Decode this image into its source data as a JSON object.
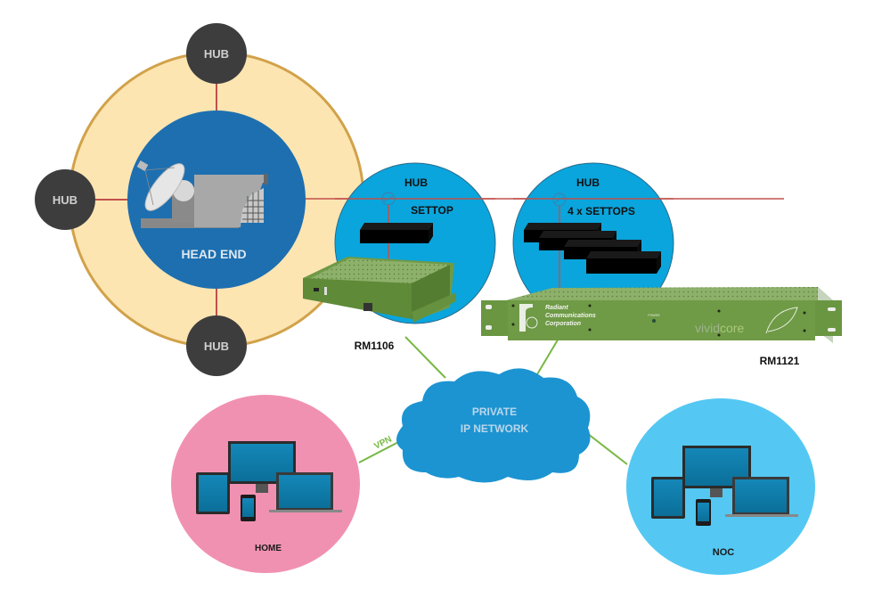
{
  "diagram": {
    "type": "network-topology",
    "head_end": {
      "label": "HEAD END"
    },
    "ring_hubs": [
      {
        "id": "hub-top",
        "label": "HUB"
      },
      {
        "id": "hub-left",
        "label": "HUB"
      },
      {
        "id": "hub-bottom",
        "label": "HUB"
      }
    ],
    "remote_hubs": [
      {
        "id": "hub-settop",
        "title": "HUB",
        "subtitle": "SETTOP",
        "settop_count": 1
      },
      {
        "id": "hub-4-settops",
        "title": "HUB",
        "subtitle": "4 x SETTOPS",
        "settop_count": 4
      }
    ],
    "devices": {
      "rm1106": {
        "label": "RM1106"
      },
      "rm1121": {
        "label": "RM1121",
        "brand_lines": [
          "Radiant",
          "Communications",
          "Corporation"
        ],
        "power_label": "POWER",
        "product_logo_a": "vivid",
        "product_logo_b": "core"
      }
    },
    "cloud": {
      "line1": "PRIVATE",
      "line2": "IP NETWORK"
    },
    "sites": {
      "home": {
        "label": "HOME"
      },
      "noc": {
        "label": "NOC"
      }
    },
    "links": {
      "vpn_label": "VPN"
    },
    "colors": {
      "ring_fill": "#fde5b2",
      "ring_stroke": "#d1a24a",
      "head_end_fill": "#1d6fb0",
      "hub_dark": "#3d3d3d",
      "remote_hub_fill": "#0aa5dc",
      "rf_line": "#c0504d",
      "ip_line": "#77b843",
      "cloud_fill": "#1c94d2",
      "home_fill": "#f191b2",
      "noc_fill": "#54c8f2",
      "device_green": "#6f9a46"
    }
  }
}
